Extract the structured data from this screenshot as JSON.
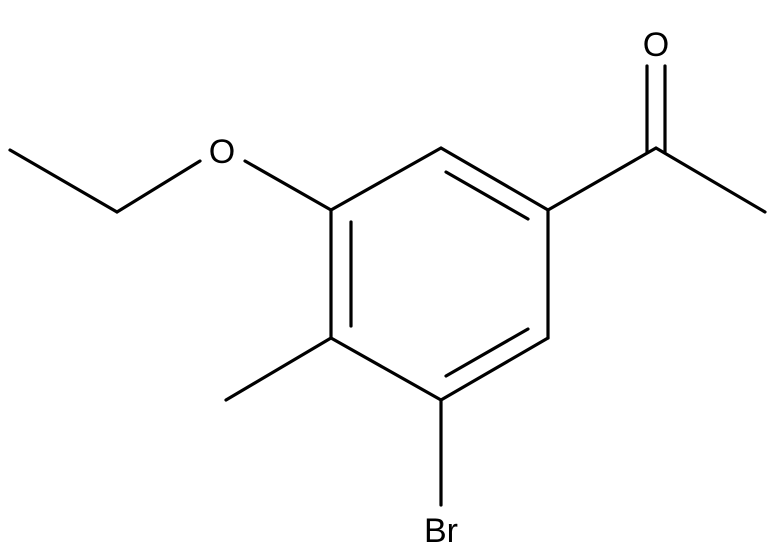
{
  "molecule": {
    "atom_labels": {
      "oxygen_carbonyl": "O",
      "oxygen_ether": "O",
      "bromine": "Br"
    }
  }
}
